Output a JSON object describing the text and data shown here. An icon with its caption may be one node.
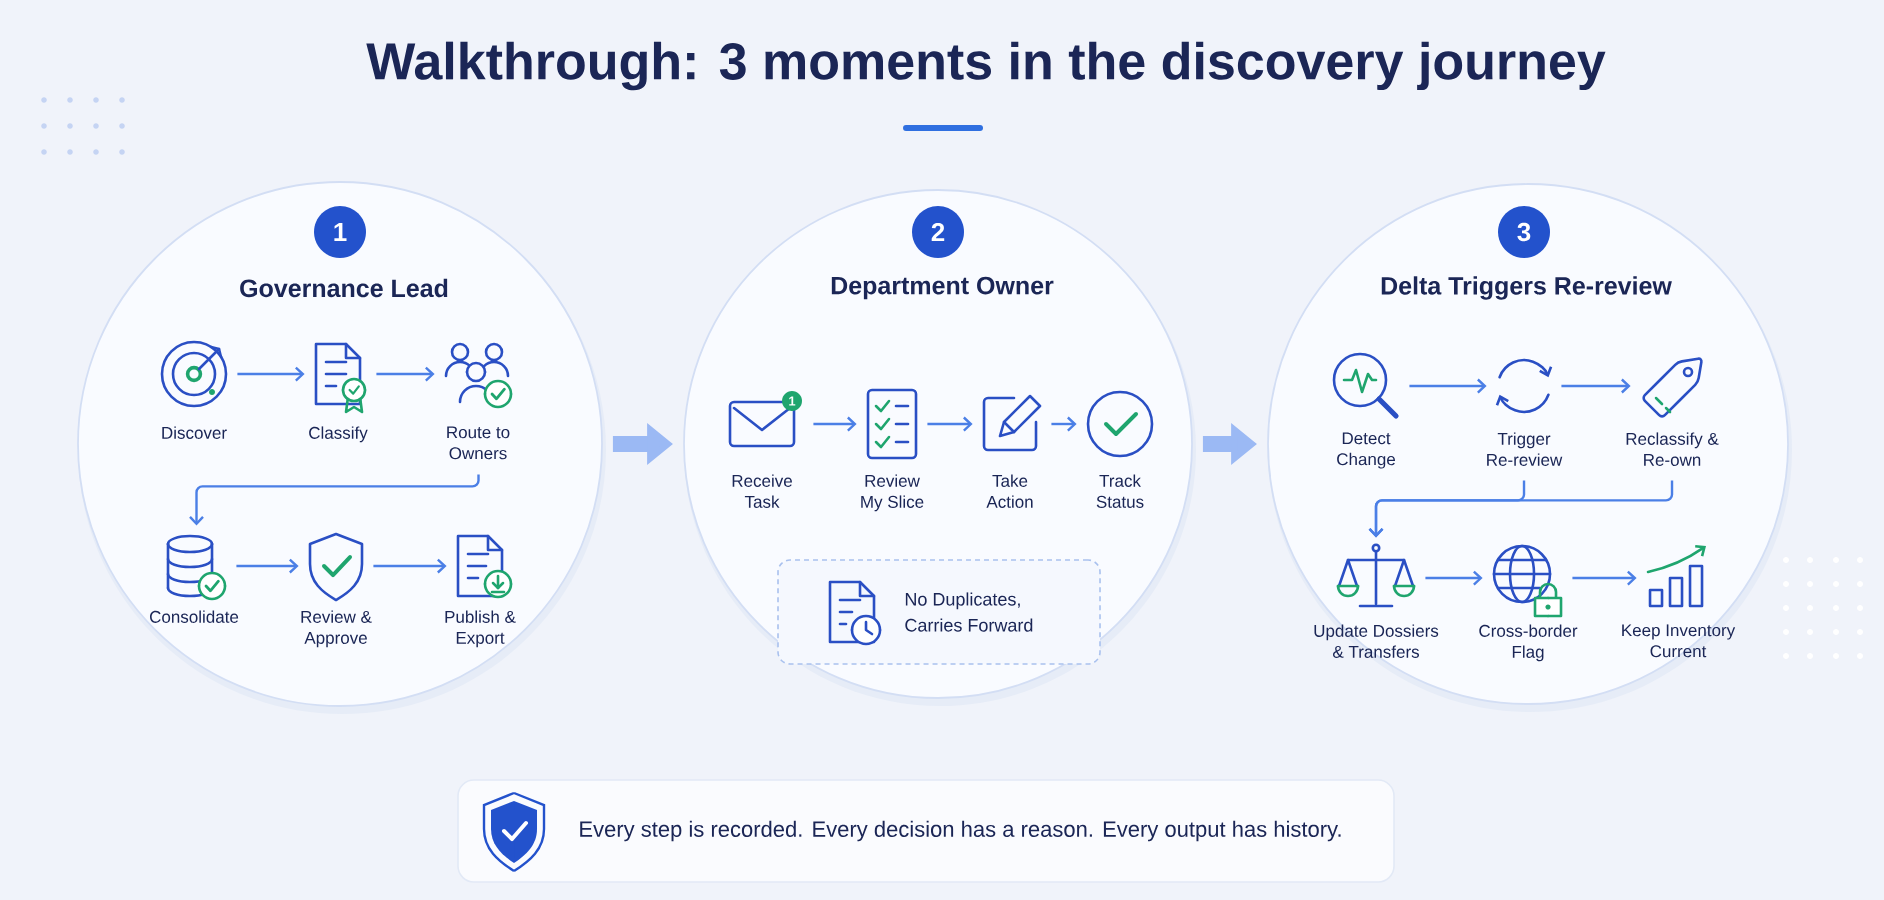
{
  "diagram": {
    "title": "Walkthrough: 3 moments in the discovery journey",
    "nodes": [
      {
        "text": [
          "Governance Lead"
        ]
      },
      {
        "text": [
          "1"
        ],
        "in": 0
      },
      {
        "text": [
          "Discover"
        ],
        "in": 0
      },
      {
        "text": [
          "Classify"
        ],
        "in": 0
      },
      {
        "text": [
          "Route to Owners"
        ],
        "in": 0
      },
      {
        "text": [
          "Consolidate"
        ],
        "in": 0
      },
      {
        "text": [
          "Review & Approve"
        ],
        "in": 0
      },
      {
        "text": [
          "Publish & Export"
        ],
        "in": 0
      },
      {
        "text": [
          "Department Owner"
        ]
      },
      {
        "text": [
          "2"
        ],
        "in": 8
      },
      {
        "text": [
          "Receive Task"
        ],
        "in": 8
      },
      {
        "text": [
          "Review My Slice"
        ],
        "in": 8
      },
      {
        "text": [
          "Take Action"
        ],
        "in": 8
      },
      {
        "text": [
          "Track Status"
        ],
        "in": 8
      },
      {
        "text": [
          "No Duplicates, Carries Forward"
        ],
        "in": 8
      },
      {
        "text": [
          "Delta Triggers Re-review"
        ]
      },
      {
        "text": [
          "3"
        ],
        "in": 15
      },
      {
        "text": [
          "Detect Change"
        ],
        "in": 15
      },
      {
        "text": [
          "Trigger Re-review"
        ],
        "in": 15
      },
      {
        "text": [
          "Reclassify & Re-own"
        ],
        "in": 15
      },
      {
        "text": [
          "Update Dossiers & Transfers"
        ],
        "in": 15
      },
      {
        "text": [
          "Cross-border Flag"
        ],
        "in": 15
      },
      {
        "text": [
          "Keep Inventory Current"
        ],
        "in": 15
      },
      {
        "text": [
          "Every step is recorded. Every decision has a reason. Every output has history."
        ]
      }
    ],
    "edges": [
      {
        "from": 0,
        "to": 8,
        "arrow": "to",
        "style": "thick",
        "color": "#9bb9f4"
      },
      {
        "from": 8,
        "to": 15,
        "arrow": "to",
        "style": "thick",
        "color": "#9bb9f4"
      },
      {
        "from": 2,
        "to": 3,
        "arrow": "to"
      },
      {
        "from": 3,
        "to": 4,
        "arrow": "to"
      },
      {
        "from": 4,
        "to": 5,
        "arrow": "to"
      },
      {
        "from": 5,
        "to": 6,
        "arrow": "to"
      },
      {
        "from": 6,
        "to": 7,
        "arrow": "to"
      },
      {
        "from": 10,
        "to": 11,
        "arrow": "to"
      },
      {
        "from": 11,
        "to": 12,
        "arrow": "to"
      },
      {
        "from": 12,
        "to": 13,
        "arrow": "to"
      },
      {
        "from": 17,
        "to": 18,
        "arrow": "to"
      },
      {
        "from": 18,
        "to": 19,
        "arrow": "to"
      },
      {
        "from": 18,
        "to": 20,
        "arrow": "to"
      },
      {
        "from": 19,
        "to": 20,
        "arrow": "to"
      },
      {
        "from": 20,
        "to": 21,
        "arrow": "to"
      },
      {
        "from": 21,
        "to": 22,
        "arrow": "to"
      }
    ],
    "labels": [
      "1"
    ]
  }
}
